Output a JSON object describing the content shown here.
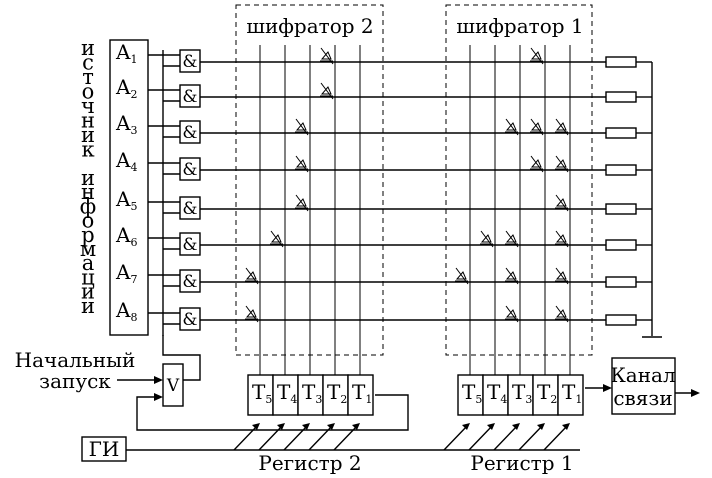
{
  "encoders": {
    "encoder2": "шифратор 2",
    "encoder1": "шифратор 1"
  },
  "source": {
    "word1": [
      "и",
      "с",
      "т",
      "о",
      "ч",
      "н",
      "и",
      "к"
    ],
    "word2": [
      "и",
      "н",
      "ф",
      "о",
      "р",
      "м",
      "а",
      "ц",
      "и",
      "и"
    ]
  },
  "inputs": [
    {
      "letter": "A",
      "index": "1"
    },
    {
      "letter": "A",
      "index": "2"
    },
    {
      "letter": "A",
      "index": "3"
    },
    {
      "letter": "A",
      "index": "4"
    },
    {
      "letter": "A",
      "index": "5"
    },
    {
      "letter": "A",
      "index": "6"
    },
    {
      "letter": "A",
      "index": "7"
    },
    {
      "letter": "A",
      "index": "8"
    }
  ],
  "and_gate": "&",
  "or_gate": "V",
  "start": {
    "line1": "Начальный",
    "line2": "запуск"
  },
  "register_cells": [
    {
      "letter": "T",
      "index": "5"
    },
    {
      "letter": "T",
      "index": "4"
    },
    {
      "letter": "T",
      "index": "3"
    },
    {
      "letter": "T",
      "index": "2"
    },
    {
      "letter": "T",
      "index": "1"
    }
  ],
  "register2": "Регистр 2",
  "register1": "Регистр 1",
  "gi": "ГИ",
  "channel": {
    "line1": "Канал",
    "line2": "связи"
  }
}
